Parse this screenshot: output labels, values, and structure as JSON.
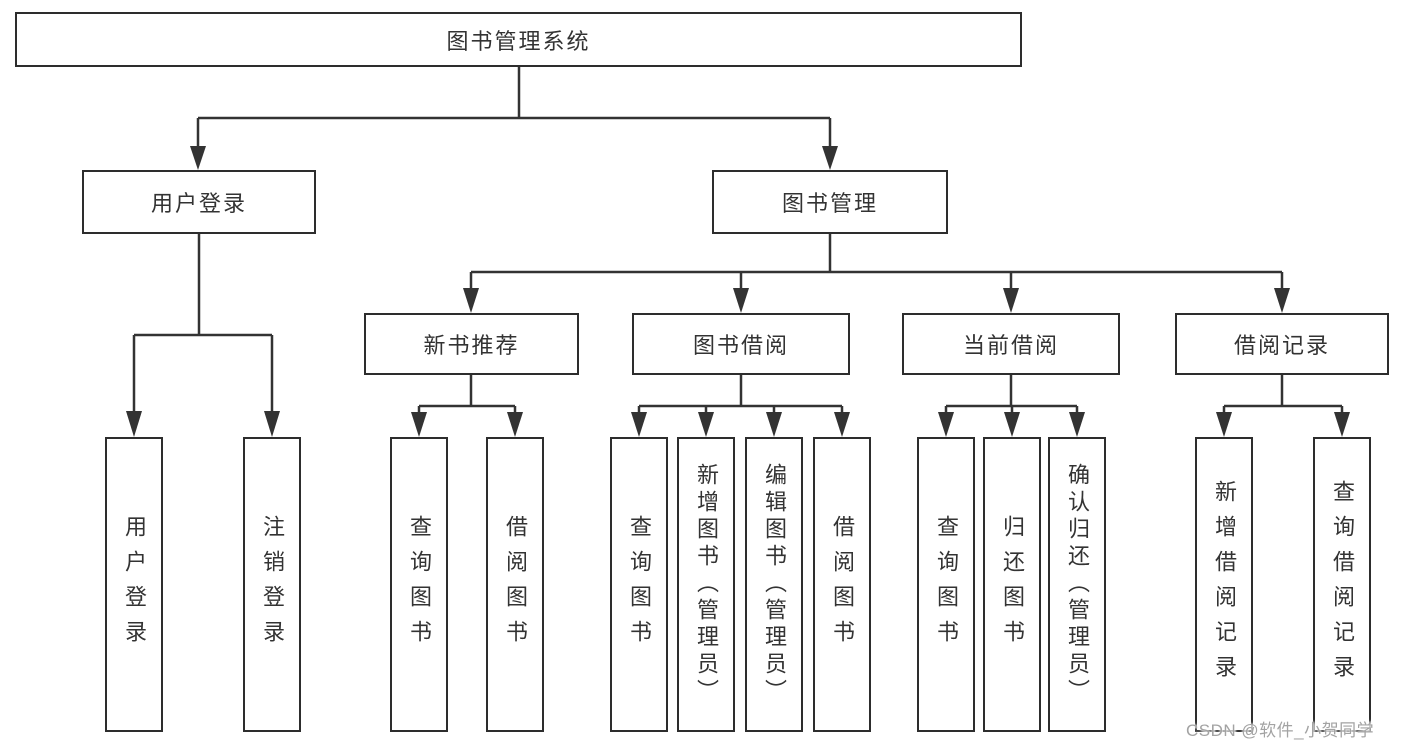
{
  "tree": {
    "root": "图书管理系统",
    "branches": [
      {
        "label": "用户登录",
        "children": [
          {
            "label": "用户登录"
          },
          {
            "label": "注销登录"
          }
        ]
      },
      {
        "label": "图书管理",
        "children": [
          {
            "label": "新书推荐",
            "children": [
              {
                "label": "查询图书"
              },
              {
                "label": "借阅图书"
              }
            ]
          },
          {
            "label": "图书借阅",
            "children": [
              {
                "label": "查询图书"
              },
              {
                "label": "新增图书（管理员）"
              },
              {
                "label": "编辑图书（管理员）"
              },
              {
                "label": "借阅图书"
              }
            ]
          },
          {
            "label": "当前借阅",
            "children": [
              {
                "label": "查询图书"
              },
              {
                "label": "归还图书"
              },
              {
                "label": "确认归还（管理员）"
              }
            ]
          },
          {
            "label": "借阅记录",
            "children": [
              {
                "label": "新增借阅记录"
              },
              {
                "label": "查询借阅记录"
              }
            ]
          }
        ]
      }
    ]
  },
  "watermark": {
    "text": "CSDN @软件_小贺同学",
    "color": "#a3a3a3"
  },
  "colors": {
    "line": "#333333",
    "box_border": "#2d2d2d",
    "box_fill": "#ffffff",
    "text": "#333333",
    "background": "#ffffff"
  }
}
